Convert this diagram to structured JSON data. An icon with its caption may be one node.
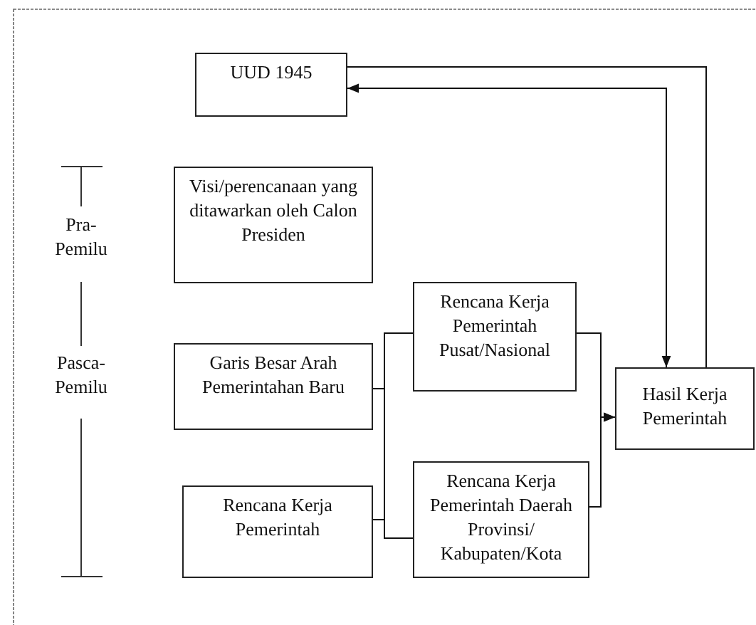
{
  "diagram": {
    "nodes": [
      {
        "text": [
          "UUD 1945"
        ]
      },
      {
        "text": [
          "Visi/perencanaan yang ditawarkan oleh Calon Presiden"
        ]
      },
      {
        "text": [
          "Garis Besar Arah Pemerintahan Baru"
        ]
      },
      {
        "text": [
          "Rencana Kerja Pemerintah"
        ]
      },
      {
        "text": [
          "Rencana Kerja Pemerintah Pusat/Nasional"
        ]
      },
      {
        "text": [
          "Rencana Kerja Pemerintah Daerah Provinsi/ Kabupaten/Kota"
        ]
      },
      {
        "text": [
          "Hasil Kerja Pemerintah"
        ]
      }
    ],
    "edges": [
      {
        "from": 2,
        "to": 4,
        "arrow": "none"
      },
      {
        "from": 2,
        "to": 5,
        "arrow": "none"
      },
      {
        "from": 3,
        "to": 4,
        "arrow": "none"
      },
      {
        "from": 3,
        "to": 5,
        "arrow": "none"
      },
      {
        "from": 4,
        "to": 6,
        "arrow": "to"
      },
      {
        "from": 5,
        "to": 6,
        "arrow": "to"
      },
      {
        "from": 6,
        "to": 0,
        "arrow": "both"
      },
      {
        "from": 0,
        "to": 6,
        "arrow": "none"
      }
    ],
    "labels": [
      "Pra- Pemilu",
      "Pasca- Pemilu"
    ]
  }
}
